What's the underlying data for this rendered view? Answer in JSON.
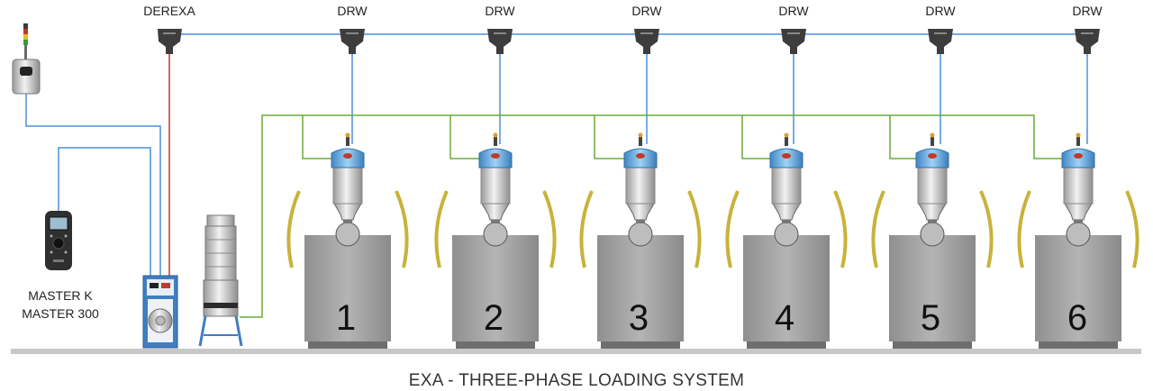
{
  "diagram": {
    "top_labels": {
      "derexa": "DEREXA",
      "drw": [
        "DRW",
        "DRW",
        "DRW",
        "DRW",
        "DRW",
        "DRW"
      ]
    },
    "machines": [
      "1",
      "2",
      "3",
      "4",
      "5",
      "6"
    ],
    "controller_label": [
      "MASTER K",
      "MASTER 300"
    ],
    "title": "EXA - THREE-PHASE LOADING SYSTEM"
  },
  "colors": {
    "vacuum_line": "#4a90d9",
    "power_line": "#c0392b",
    "material_line": "#6aaa3a",
    "machine_body": "#a6a6a6",
    "arc": "#c8b23a",
    "hopper_blue": "#6fb6e8",
    "floor": "#c8c8c8"
  }
}
